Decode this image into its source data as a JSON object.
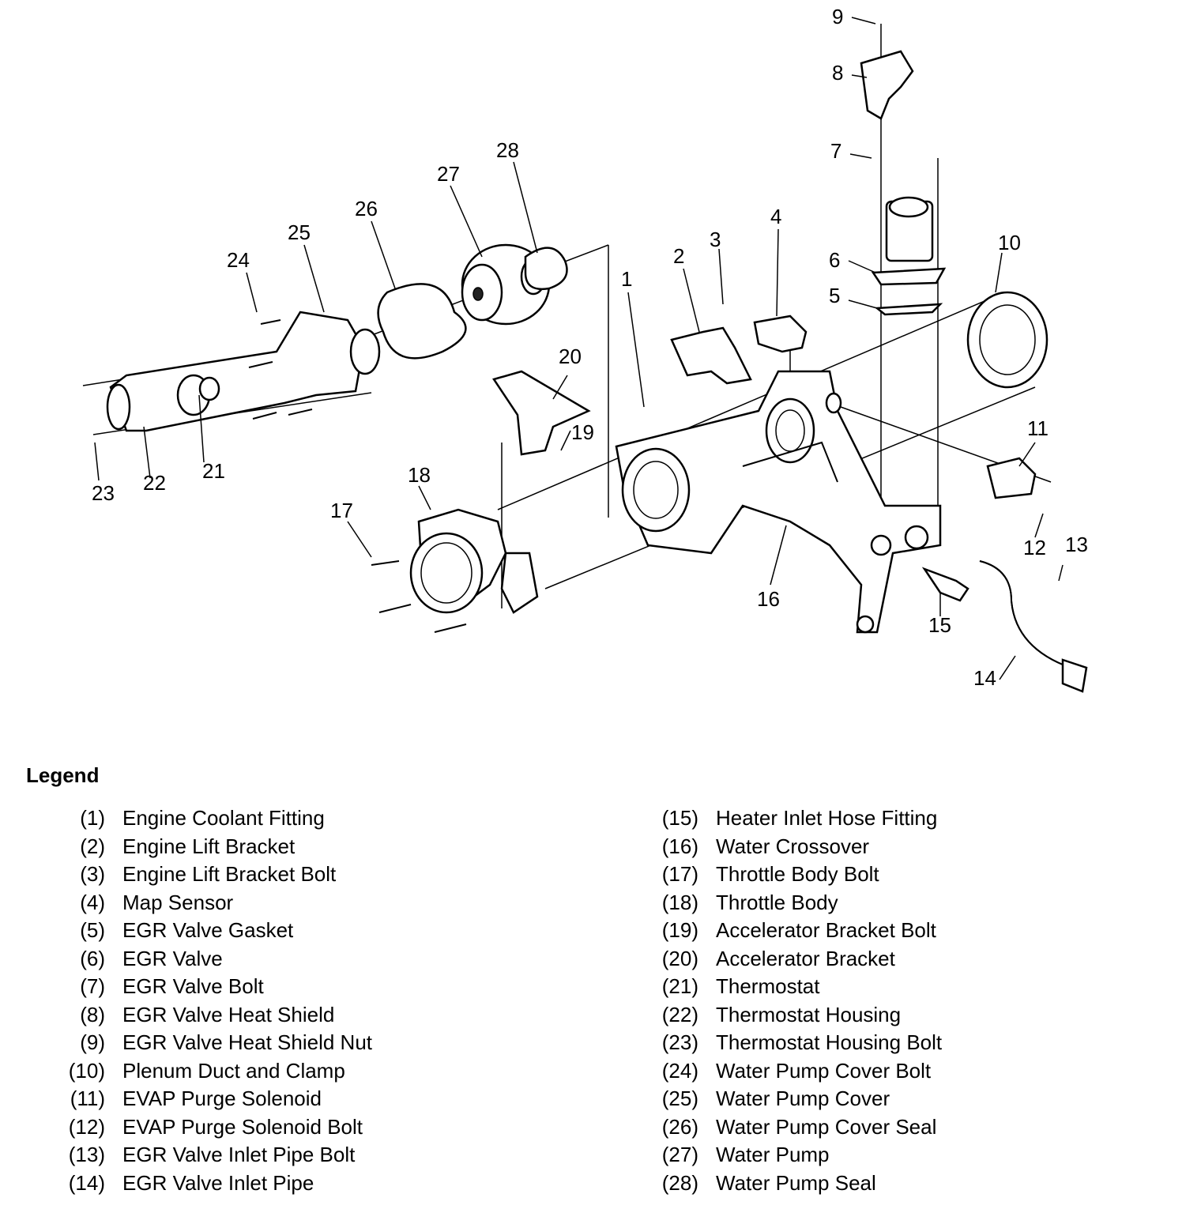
{
  "diagram": {
    "callouts": [
      "1",
      "2",
      "3",
      "4",
      "5",
      "6",
      "7",
      "8",
      "9",
      "10",
      "11",
      "12",
      "13",
      "14",
      "15",
      "16",
      "17",
      "18",
      "19",
      "20",
      "21",
      "22",
      "23",
      "24",
      "25",
      "26",
      "27",
      "28"
    ]
  },
  "legend": {
    "title": "Legend",
    "left": [
      {
        "num": "(1)",
        "label": "Engine Coolant Fitting"
      },
      {
        "num": "(2)",
        "label": "Engine Lift Bracket"
      },
      {
        "num": "(3)",
        "label": "Engine Lift Bracket Bolt"
      },
      {
        "num": "(4)",
        "label": "Map Sensor"
      },
      {
        "num": "(5)",
        "label": "EGR Valve Gasket"
      },
      {
        "num": "(6)",
        "label": "EGR Valve"
      },
      {
        "num": "(7)",
        "label": "EGR Valve Bolt"
      },
      {
        "num": "(8)",
        "label": "EGR Valve Heat Shield"
      },
      {
        "num": "(9)",
        "label": "EGR Valve Heat Shield Nut"
      },
      {
        "num": "(10)",
        "label": "Plenum Duct and Clamp"
      },
      {
        "num": "(11)",
        "label": "EVAP Purge Solenoid"
      },
      {
        "num": "(12)",
        "label": "EVAP Purge Solenoid Bolt"
      },
      {
        "num": "(13)",
        "label": "EGR Valve Inlet Pipe Bolt"
      },
      {
        "num": "(14)",
        "label": "EGR Valve Inlet Pipe"
      }
    ],
    "right": [
      {
        "num": "(15)",
        "label": "Heater Inlet Hose Fitting"
      },
      {
        "num": "(16)",
        "label": "Water Crossover"
      },
      {
        "num": "(17)",
        "label": "Throttle Body Bolt"
      },
      {
        "num": "(18)",
        "label": "Throttle Body"
      },
      {
        "num": "(19)",
        "label": "Accelerator Bracket Bolt"
      },
      {
        "num": "(20)",
        "label": "Accelerator Bracket"
      },
      {
        "num": "(21)",
        "label": "Thermostat"
      },
      {
        "num": "(22)",
        "label": "Thermostat Housing"
      },
      {
        "num": "(23)",
        "label": "Thermostat Housing Bolt"
      },
      {
        "num": "(24)",
        "label": "Water Pump Cover Bolt"
      },
      {
        "num": "(25)",
        "label": "Water Pump Cover"
      },
      {
        "num": "(26)",
        "label": "Water Pump Cover Seal"
      },
      {
        "num": "(27)",
        "label": "Water Pump"
      },
      {
        "num": "(28)",
        "label": "Water Pump Seal"
      }
    ]
  }
}
